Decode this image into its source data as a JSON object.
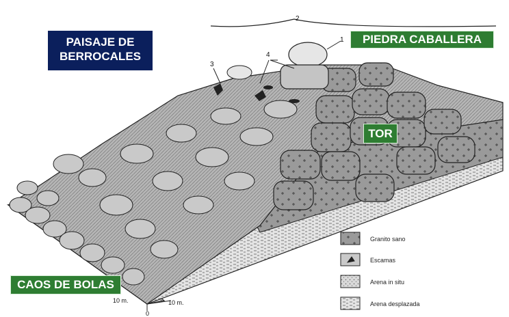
{
  "labels": {
    "paisaje_line1": "PAISAJE DE",
    "paisaje_line2": "BERROCALES",
    "piedra_caballera": "PIEDRA CABALLERA",
    "tor": "TOR",
    "caos_de_bolas": "CAOS DE BOLAS"
  },
  "callouts": [
    "1",
    "2",
    "3",
    "4"
  ],
  "scale": {
    "left": "10 m.",
    "right": "10 m.",
    "origin": "0"
  },
  "legend": [
    {
      "label": "Granito sano",
      "pattern": "granite-cross"
    },
    {
      "label": "Escamas",
      "pattern": "scale-flake"
    },
    {
      "label": "Arena in situ",
      "pattern": "dotted-sand"
    },
    {
      "label": "Arena desplazada",
      "pattern": "dashed-sand"
    }
  ],
  "colors": {
    "label_blue": "#0b1f5c",
    "label_green": "#2e7d32",
    "rock": "#bdbdbd",
    "block": "#8f8f8f",
    "ink": "#222222"
  }
}
